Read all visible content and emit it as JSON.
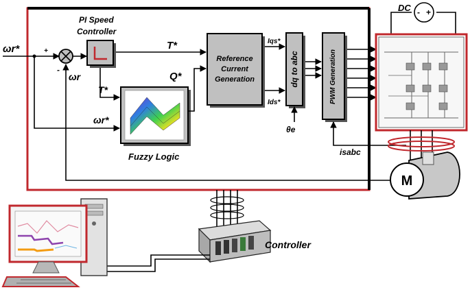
{
  "labels": {
    "wr_star_in": "ωr*",
    "plus_sign": "+",
    "minus_sign": "-",
    "wr_feedback": "ωr",
    "pi_title_1": "PI Speed",
    "pi_title_2": "Controller",
    "t_star_top": "T*",
    "q_star": "Q*",
    "t_star_fuzzy": "T*",
    "wr_star_fuzzy": "ωr*",
    "fuzzy_logic": "Fuzzy Logic",
    "ref_current_1": "Reference",
    "ref_current_2": "Current",
    "ref_current_3": "Generation",
    "iqs": "Iqs*",
    "ids": "Ids*",
    "dq_to_abc": "dq to abc",
    "theta_e": "θe",
    "pwm_generation": "PWM Generation",
    "isabc": "isabc",
    "dc": "DC",
    "dc_minus": "-",
    "dc_plus": "+",
    "motor": "M",
    "controller": "Controller"
  },
  "colors": {
    "frame_border": "#c0282d",
    "block_fill": "#c0c0c0",
    "block_shadow": "#555555",
    "line": "#000000"
  }
}
